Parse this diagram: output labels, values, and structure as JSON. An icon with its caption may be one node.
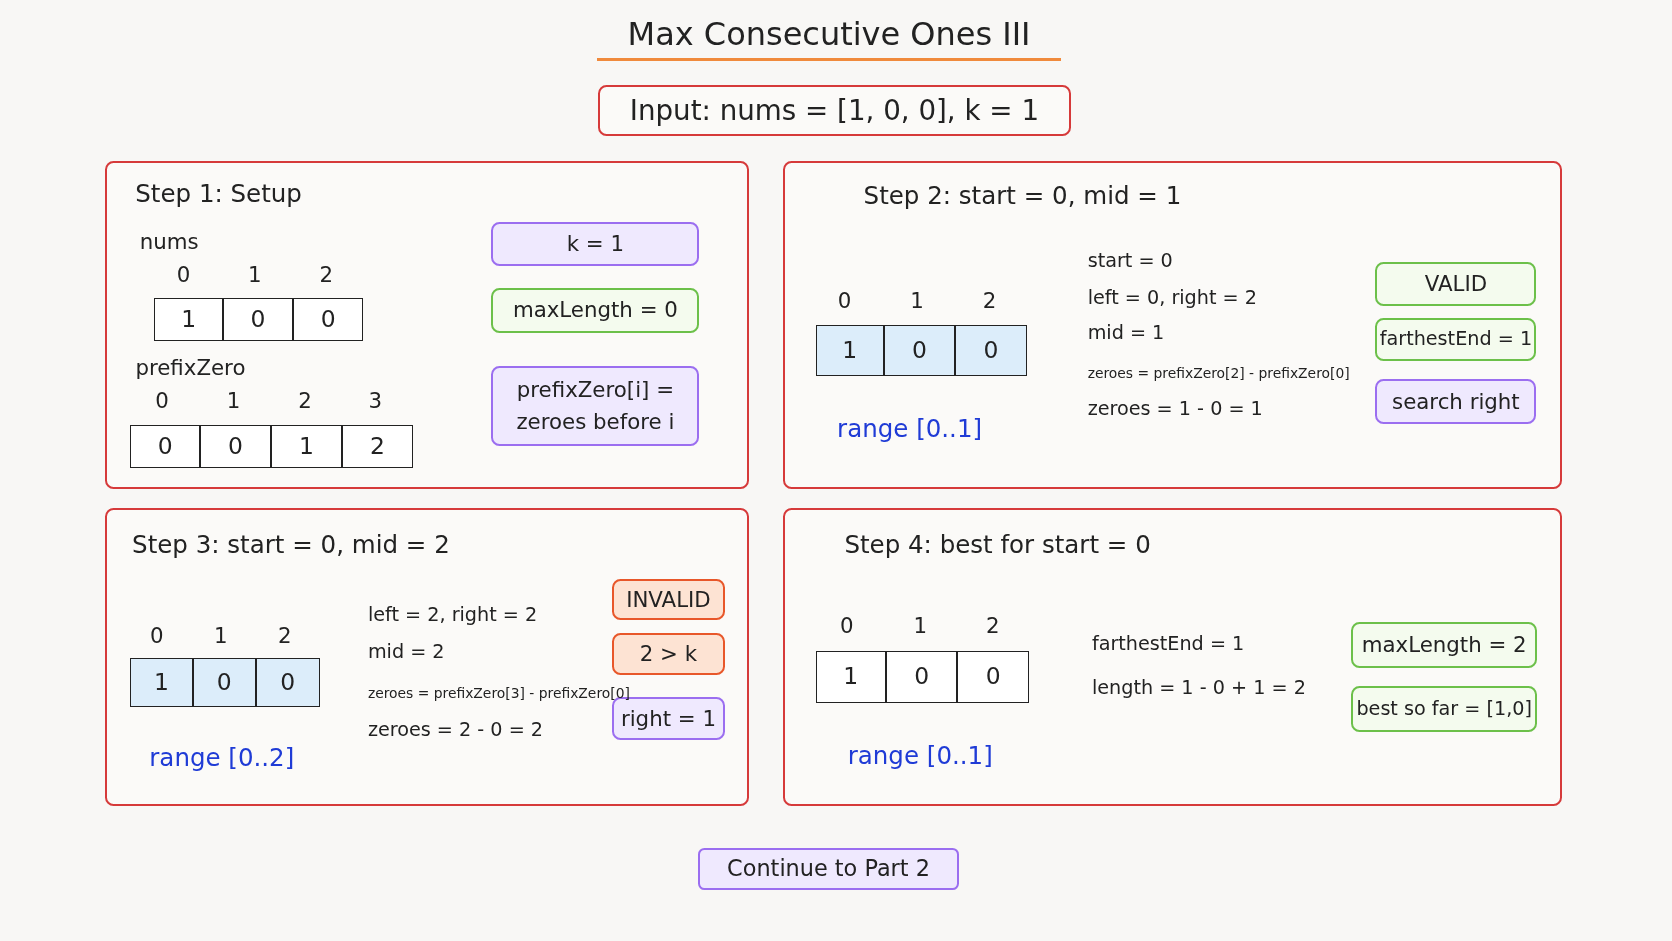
{
  "diagram": {
    "title": "Max Consecutive Ones III",
    "nodes": [
      {
        "text": [
          "Input: nums = [1, 0, 0], k = 1"
        ]
      },
      {
        "text": [
          "Step 1: Setup"
        ]
      },
      {
        "text": [
          "1"
        ],
        "in": 1
      },
      {
        "text": [
          "0"
        ],
        "in": 1
      },
      {
        "text": [
          "0"
        ],
        "in": 1
      },
      {
        "text": [
          "0"
        ],
        "in": 1
      },
      {
        "text": [
          "0"
        ],
        "in": 1
      },
      {
        "text": [
          "1"
        ],
        "in": 1
      },
      {
        "text": [
          "2"
        ],
        "in": 1
      },
      {
        "text": [
          "k = 1"
        ],
        "in": 1
      },
      {
        "text": [
          "maxLength = 0"
        ],
        "in": 1
      },
      {
        "text": [
          "prefixZero[i] = zeroes before i"
        ],
        "in": 1
      },
      {
        "text": [
          "Step 2: start = 0, mid = 1"
        ]
      },
      {
        "text": [
          "1"
        ],
        "in": 12
      },
      {
        "text": [
          "0"
        ],
        "in": 12
      },
      {
        "text": [
          "0"
        ],
        "in": 12
      },
      {
        "text": [
          "VALID"
        ],
        "in": 12
      },
      {
        "text": [
          "farthestEnd = 1"
        ],
        "in": 12
      },
      {
        "text": [
          "search right"
        ],
        "in": 12
      },
      {
        "text": [
          "Step 3: start = 0, mid = 2"
        ]
      },
      {
        "text": [
          "1"
        ],
        "in": 19
      },
      {
        "text": [
          "0"
        ],
        "in": 19
      },
      {
        "text": [
          "0"
        ],
        "in": 19
      },
      {
        "text": [
          "INVALID"
        ],
        "in": 19
      },
      {
        "text": [
          "2 > k"
        ],
        "in": 19
      },
      {
        "text": [
          "right = 1"
        ],
        "in": 19
      },
      {
        "text": [
          "Step 4: best for start = 0"
        ]
      },
      {
        "text": [
          "1"
        ],
        "in": 26
      },
      {
        "text": [
          "0"
        ],
        "in": 26
      },
      {
        "text": [
          "0"
        ],
        "in": 26
      },
      {
        "text": [
          "maxLength = 2"
        ],
        "in": 26
      },
      {
        "text": [
          "best so far = [1,0]"
        ],
        "in": 26
      },
      {
        "text": [
          "Continue to Part 2"
        ]
      }
    ],
    "edges": [],
    "labels": [
      "nums",
      "0",
      "1",
      "2",
      "prefixZero",
      "0",
      "1",
      "2",
      "3",
      "0",
      "1",
      "2",
      "range [0..1]",
      "start = 0",
      "left = 0, right = 2",
      "mid = 1",
      "zeroes = prefixZero[2] - prefixZero[0]",
      "zeroes = 1 - 0 = 1",
      "0",
      "1",
      "2",
      "range [0..2]",
      "left = 2, right = 2",
      "mid = 2",
      "zeroes = prefixZero[3] - prefixZero[0]",
      "zeroes = 2 - 0 = 2",
      "0",
      "1",
      "2",
      "range [0..1]",
      "farthestEnd = 1",
      "length = 1 - 0 + 1 = 2"
    ]
  }
}
